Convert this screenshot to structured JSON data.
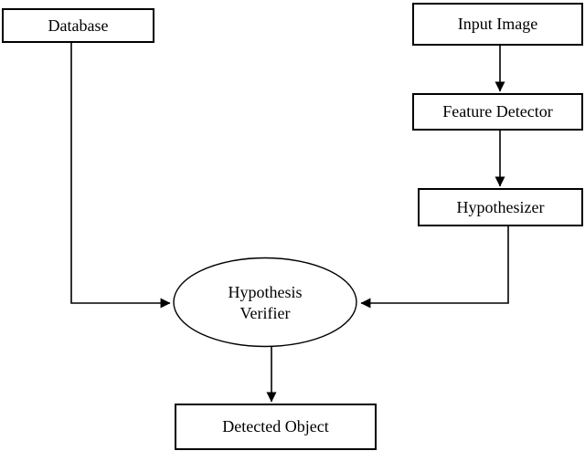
{
  "diagram_type": "flowchart",
  "colors": {
    "background": "#ffffff",
    "line": "#000000",
    "box_border": "#000000",
    "text": "#000000"
  },
  "nodes": {
    "database": {
      "label": "Database",
      "shape": "rect"
    },
    "input_image": {
      "label": "Input Image",
      "shape": "rect"
    },
    "feature_detector": {
      "label": "Feature Detector",
      "shape": "rect"
    },
    "hypothesizer": {
      "label": "Hypothesizer",
      "shape": "rect"
    },
    "hypothesis_verifier": {
      "label": "Hypothesis Verifier",
      "label_line1": "Hypothesis",
      "label_line2": "Verifier",
      "shape": "ellipse"
    },
    "detected_object": {
      "label": "Detected Object",
      "shape": "rect"
    }
  },
  "edges": [
    {
      "from": "input_image",
      "to": "feature_detector",
      "style": "straight-down"
    },
    {
      "from": "feature_detector",
      "to": "hypothesizer",
      "style": "straight-down"
    },
    {
      "from": "hypothesizer",
      "to": "hypothesis_verifier",
      "style": "elbow-down-left"
    },
    {
      "from": "database",
      "to": "hypothesis_verifier",
      "style": "elbow-down-right"
    },
    {
      "from": "hypothesis_verifier",
      "to": "detected_object",
      "style": "straight-down"
    }
  ]
}
